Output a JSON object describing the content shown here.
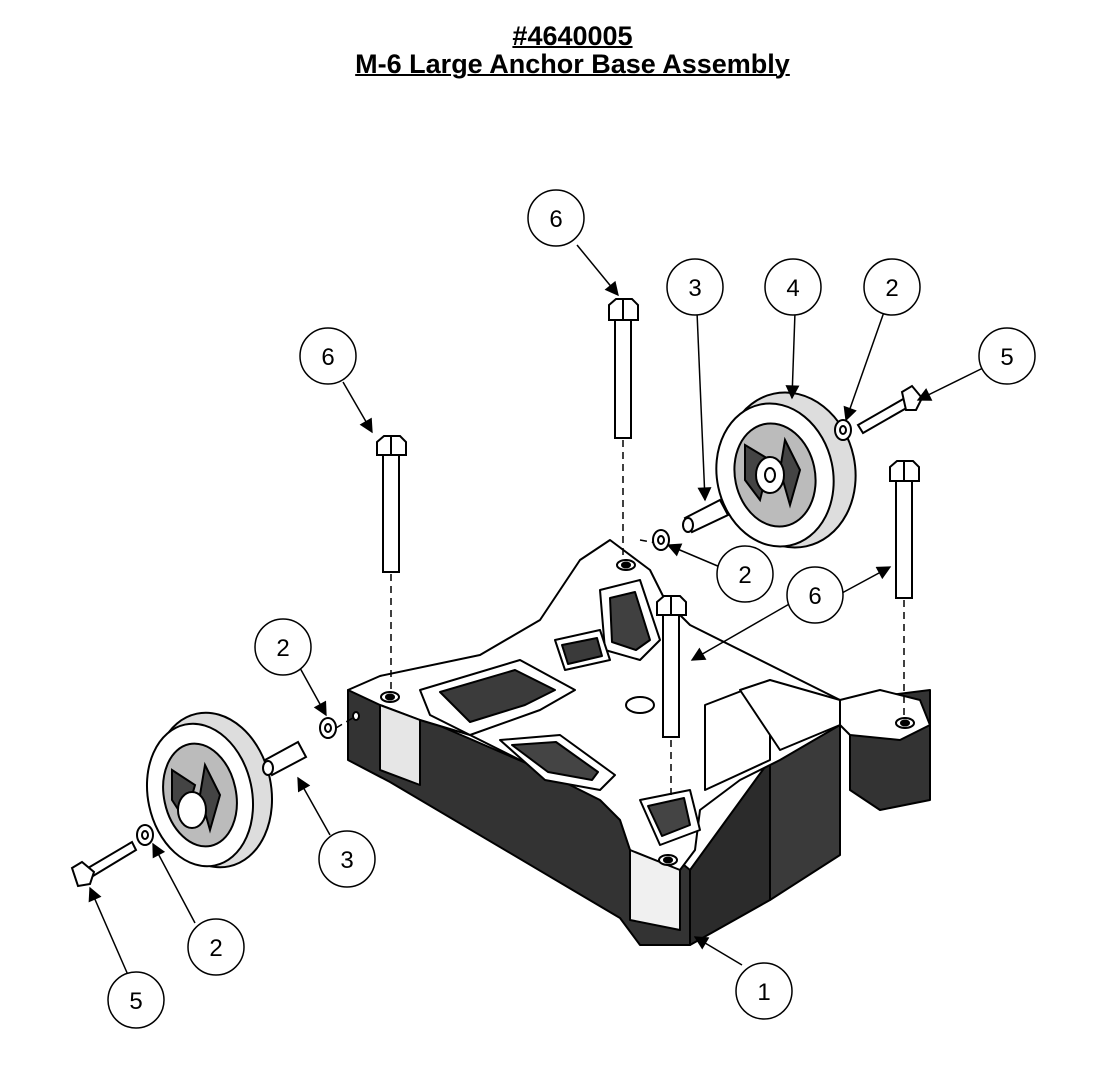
{
  "title": {
    "part_number": "#4640005",
    "name": "M-6 Large Anchor Base Assembly"
  },
  "callouts": {
    "c6_top": "6",
    "c3_top": "3",
    "c4_top": "4",
    "c2_top": "2",
    "c5_right": "5",
    "c6_left": "6",
    "c2_mid": "2",
    "c6_mid": "6",
    "c2_left": "2",
    "c3_left": "3",
    "c2_bottom": "2",
    "c5_left": "5",
    "c1_base": "1"
  }
}
